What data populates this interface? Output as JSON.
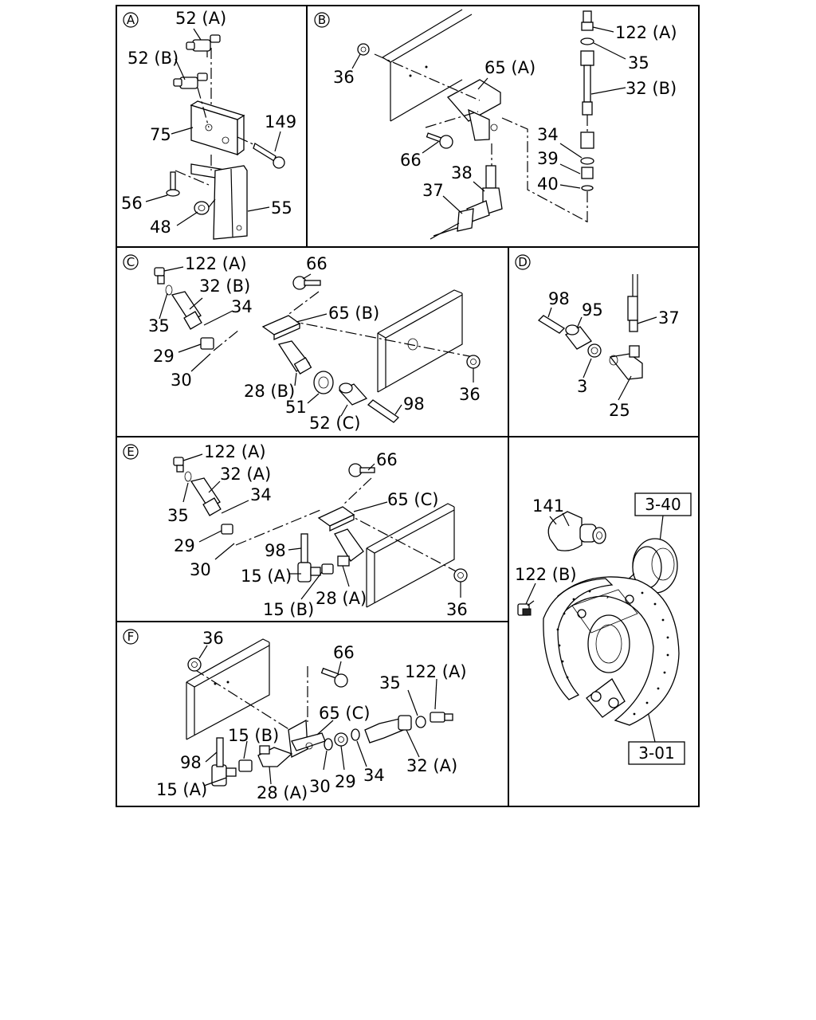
{
  "panels": [
    {
      "id": "A",
      "labels": [
        "52 (A)",
        "52 (B)",
        "75",
        "149",
        "56",
        "48",
        "55"
      ]
    },
    {
      "id": "B",
      "labels": [
        "36",
        "65 (A)",
        "122 (A)",
        "35",
        "32 (B)",
        "34",
        "39",
        "40",
        "66",
        "38",
        "37"
      ]
    },
    {
      "id": "C",
      "labels": [
        "122 (A)",
        "66",
        "32 (B)",
        "34",
        "35",
        "65 (B)",
        "29",
        "30",
        "28 (B)",
        "51",
        "52 (C)",
        "98",
        "36"
      ]
    },
    {
      "id": "D",
      "labels": [
        "98",
        "95",
        "37",
        "3",
        "25"
      ]
    },
    {
      "id": "E",
      "labels": [
        "122 (A)",
        "66",
        "32 (A)",
        "34",
        "65 (C)",
        "35",
        "29",
        "98",
        "30",
        "15 (A)",
        "15 (B)",
        "28 (A)",
        "36"
      ]
    },
    {
      "id": "F",
      "labels": [
        "36",
        "66",
        "122 (A)",
        "35",
        "65 (C)",
        "15 (B)",
        "98",
        "30",
        "29",
        "34",
        "32 (A)",
        "15 (A)",
        "28 (A)"
      ]
    },
    {
      "id": "G",
      "labels": [
        "141",
        "122 (B)"
      ],
      "references": [
        "3-40",
        "3-01"
      ]
    }
  ]
}
